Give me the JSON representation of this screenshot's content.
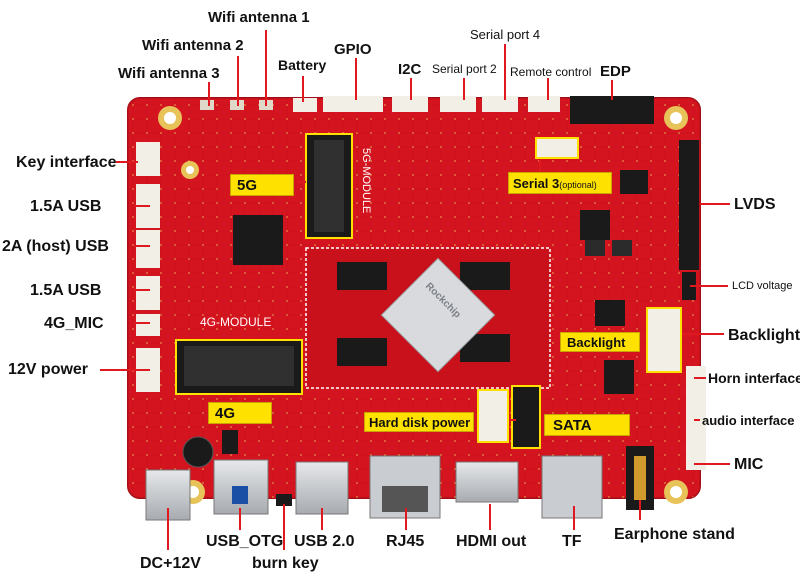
{
  "colors": {
    "pcb": "#d4141f",
    "pcb_dark": "#a50e16",
    "leader": "#e01820",
    "highlight": "#ffe100",
    "connector": "#f2efe6",
    "chip": "#1a1a1a",
    "silver": "#c9ccd0"
  },
  "labels": {
    "wifi_antenna_1": "Wifi antenna 1",
    "wifi_antenna_2": "Wifi antenna 2",
    "wifi_antenna_3": "Wifi antenna 3",
    "battery": "Battery",
    "gpio": "GPIO",
    "i2c": "I2C",
    "serial_port_2": "Serial port 2",
    "serial_port_4": "Serial port 4",
    "remote_control": "Remote control",
    "edp": "EDP",
    "key_interface": "Key interface",
    "usb_1_5a_top": "1.5A  USB",
    "usb_2a_host": "2A (host) USB",
    "usb_1_5a_bottom": "1.5A  USB",
    "mic_4g": "4G_MIC",
    "power_12v": "12V  power",
    "lvds": "LVDS",
    "lcd_voltage": "LCD voltage",
    "backlight": "Backlight",
    "horn_interface": "Horn interface",
    "audio_interface": "audio interface",
    "mic": "MIC",
    "dc_12v": "DC+12V",
    "usb_otg": "USB_OTG",
    "burn_key": "burn key",
    "usb_2_0": "USB  2.0",
    "rj45": "RJ45",
    "hdmi_out": "HDMI out",
    "tf": "TF",
    "earphone_stand": "Earphone stand"
  },
  "callouts": {
    "five_g": "5G",
    "four_g": "4G",
    "serial_3": "Serial 3",
    "serial_3_note": "(optional)",
    "backlight": "Backlight",
    "hard_disk_power": "Hard disk power",
    "sata": "SATA"
  },
  "silkscreen": {
    "module_5g": "5G-MODULE",
    "module_4g": "4G-MODULE",
    "soc": "Rockchip"
  }
}
